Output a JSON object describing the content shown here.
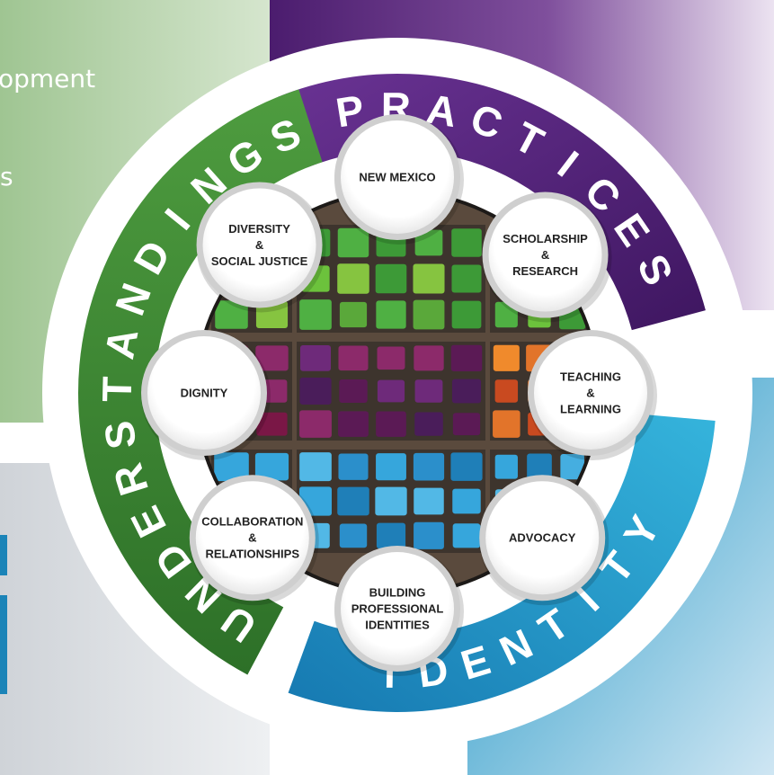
{
  "background": {
    "fragment_top": "opment",
    "fragment_middle": "s"
  },
  "arcs": {
    "practices": "PRACTICES",
    "identity": "IDENTITY",
    "understandings": "UNDERSTANDINGS"
  },
  "nodes": [
    {
      "id": "new-mexico",
      "lines": [
        "NEW MEXICO"
      ]
    },
    {
      "id": "scholarship-research",
      "lines": [
        "SCHOLARSHIP",
        "&",
        "RESEARCH"
      ]
    },
    {
      "id": "teaching-learning",
      "lines": [
        "TEACHING",
        "&",
        "LEARNING"
      ]
    },
    {
      "id": "advocacy",
      "lines": [
        "ADVOCACY"
      ]
    },
    {
      "id": "building-professional-identities",
      "lines": [
        "BUILDING",
        "PROFESSIONAL",
        "IDENTITIES"
      ]
    },
    {
      "id": "collaboration-relationships",
      "lines": [
        "COLLABORATION",
        "&",
        "RELATIONSHIPS"
      ]
    },
    {
      "id": "dignity",
      "lines": [
        "DIGNITY"
      ]
    },
    {
      "id": "diversity-social-justice",
      "lines": [
        "DIVERSITY",
        "&",
        "SOCIAL JUSTICE"
      ]
    }
  ],
  "colors": {
    "practices": "#5b2a83",
    "identity": "#1f9fc8",
    "understandings": "#3f8a34",
    "center": "#5a4a3d"
  }
}
